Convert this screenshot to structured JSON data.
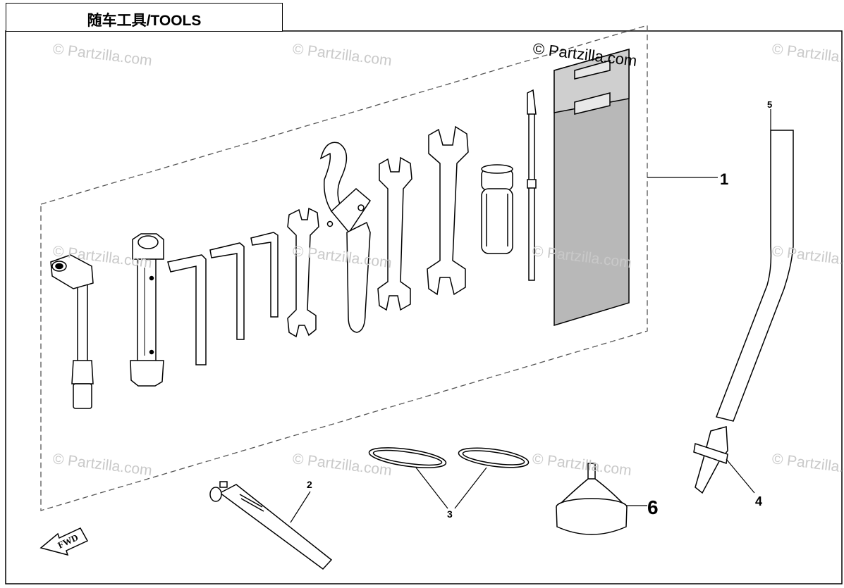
{
  "title": "随车工具/TOOLS",
  "watermark": "© Partzilla.com",
  "watermark_main": "© Partzilla.com",
  "fwd_label": "FWD",
  "callouts": {
    "c1": "1",
    "c2": "2",
    "c3": "3",
    "c4": "4",
    "c5": "5",
    "c6": "6"
  }
}
